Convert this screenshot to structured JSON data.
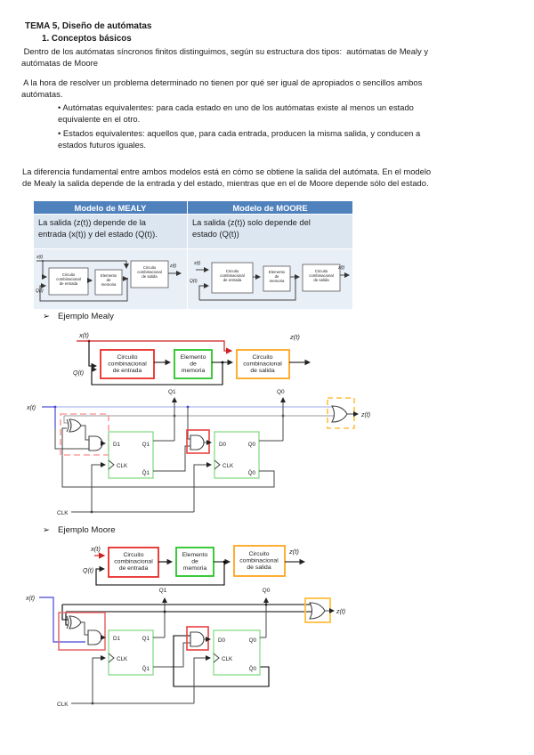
{
  "page": {
    "title": "TEMA 5, Diseño de autómatas",
    "section1": "1.   Conceptos básicos",
    "para1": [
      " Dentro de los autómatas síncronos finitos distinguimos, según su estructura dos tipos:  autómatas de Mealy y",
      "autómatas de Moore"
    ],
    "para2": [
      " A la hora de resolver un problema determinado no tienen por qué ser igual de apropiados o sencillos ambos",
      "autómatas."
    ],
    "bullet1": [
      "• Autómatas equivalentes: para cada estado en uno de los autómatas existe al menos un estado",
      "equivalente en el otro."
    ],
    "bullet2": [
      "• Estados equivalentes: aquellos que, para cada entrada, producen la misma salida, y conducen a",
      "estados futuros iguales."
    ],
    "para3": [
      "La diferencia fundamental entre ambos modelos está en cómo se obtiene la salida del autómata. En el modelo",
      "de Mealy la salida depende de la entrada y del estado, mientras que en el de Moore depende sólo del estado."
    ]
  },
  "table": {
    "header_mealy": "Modelo de MEALY",
    "header_moore": "Modelo de MOORE",
    "cell_mealy": [
      "La salida (z(t)) depende de la",
      "entrada (x(t)) y del estado (Q(t))."
    ],
    "cell_moore": [
      "La salida (z(t)) solo depende del",
      "estado (Q(t))"
    ]
  },
  "sections": {
    "bullet": "➢",
    "mealy": "Ejemplo Mealy",
    "moore": "Ejemplo Moore"
  },
  "blocks": {
    "cc_in": [
      "Circuito",
      "combinacional",
      "de entrada"
    ],
    "mem": [
      "Elemento",
      "de",
      "memoria"
    ],
    "cc_out": [
      "Circuito",
      "combinacional",
      "de salida"
    ]
  },
  "labels": {
    "x": "x(t)",
    "z": "z(t)",
    "q": "Q(t)",
    "q1": "Q1",
    "q0": "Q0",
    "d1": "D1",
    "d0": "D0",
    "q1n": "Q̄1",
    "q0n": "Q̄0",
    "clk": "CLK"
  },
  "colors": {
    "box_red": "#e82c2a",
    "box_green": "#27c427",
    "box_orange": "#ffa51e",
    "dashed_pink": "#ff9f9f",
    "mid_red": "#e84040",
    "or_orange": "#ffbf40",
    "ff_green": "#7ed87e",
    "wire_blue": "#4545d8",
    "bus_blue": "#9aa8e8",
    "wire_red": "#cc2222",
    "table_header_blue": "#4f81bd",
    "table_row_blue": "#dce6f1",
    "table_diagram_blue": "#e9eff7"
  }
}
